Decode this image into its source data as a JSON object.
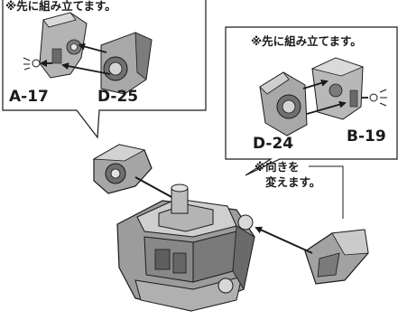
{
  "callout_left": {
    "note": "※先に組み立てます。",
    "part_a": "A-17",
    "part_b": "D-25"
  },
  "callout_right": {
    "note": "※先に組み立てます。",
    "part_a": "D-24",
    "part_b": "B-19"
  },
  "orientation_note": {
    "line1": "※向きを",
    "line2": "変えます。"
  },
  "colors": {
    "part_light": "#c8c8c8",
    "part_mid": "#9a9a9a",
    "part_dark": "#5a5a5a",
    "outline": "#1a1a1a"
  }
}
